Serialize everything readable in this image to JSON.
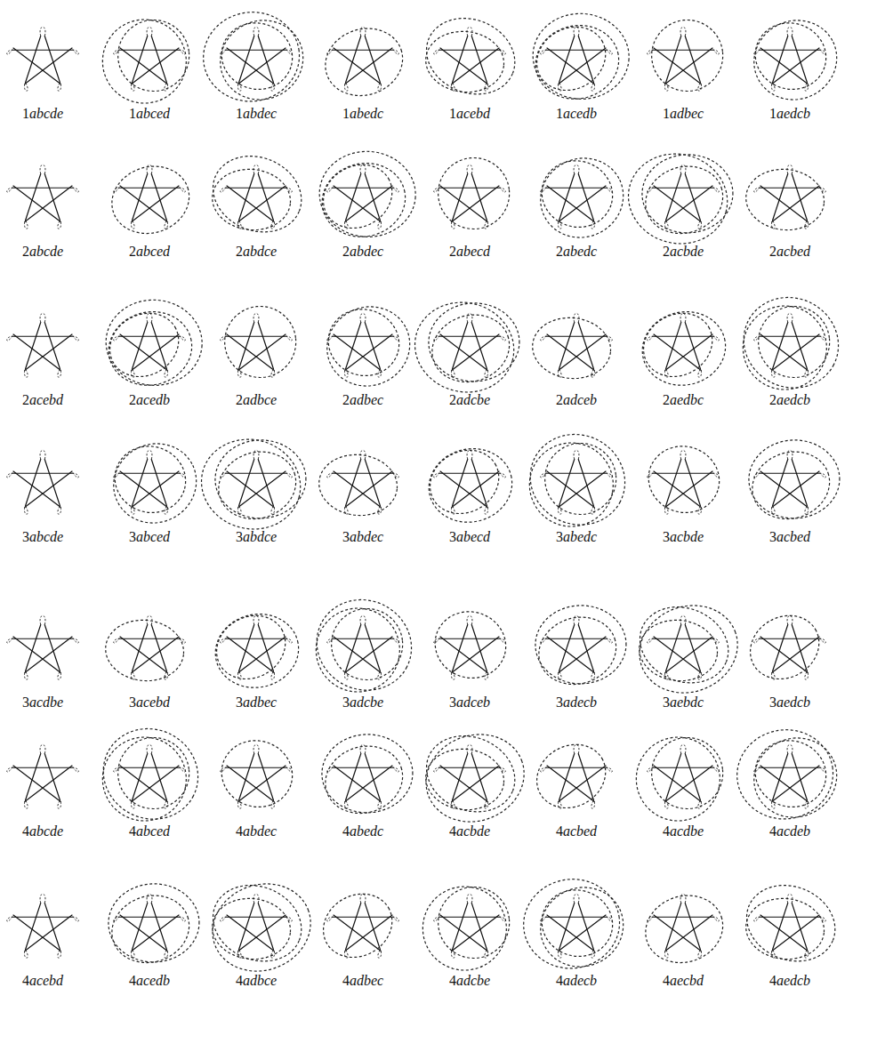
{
  "diagram": {
    "labels": [
      "1abcde",
      "1abced",
      "1abdec",
      "1abedc",
      "1acebd",
      "1acedb",
      "1adbec",
      "1aedcb",
      "2abcde",
      "2abced",
      "2abdce",
      "2abdec",
      "2abecd",
      "2abedc",
      "2acbde",
      "2acbed",
      "2acebd",
      "2acedb",
      "2adbce",
      "2adbec",
      "2adcbe",
      "2adceb",
      "2aedbc",
      "2aedcb",
      "3abcde",
      "3abced",
      "3abdce",
      "3abdec",
      "3abecd",
      "3abedc",
      "3acbde",
      "3acbed",
      "3acdbe",
      "3acebd",
      "3adbec",
      "3adcbe",
      "3adceb",
      "3adecb",
      "3aebdc",
      "3aedcb",
      "4abcde",
      "4abced",
      "4abdec",
      "4abedc",
      "4acbde",
      "4acbed",
      "4acdbe",
      "4acdeb",
      "4acebd",
      "4acedb",
      "4adbce",
      "4adbec",
      "4adcbe",
      "4adecb",
      "4aecbd",
      "4aedcb"
    ]
  }
}
